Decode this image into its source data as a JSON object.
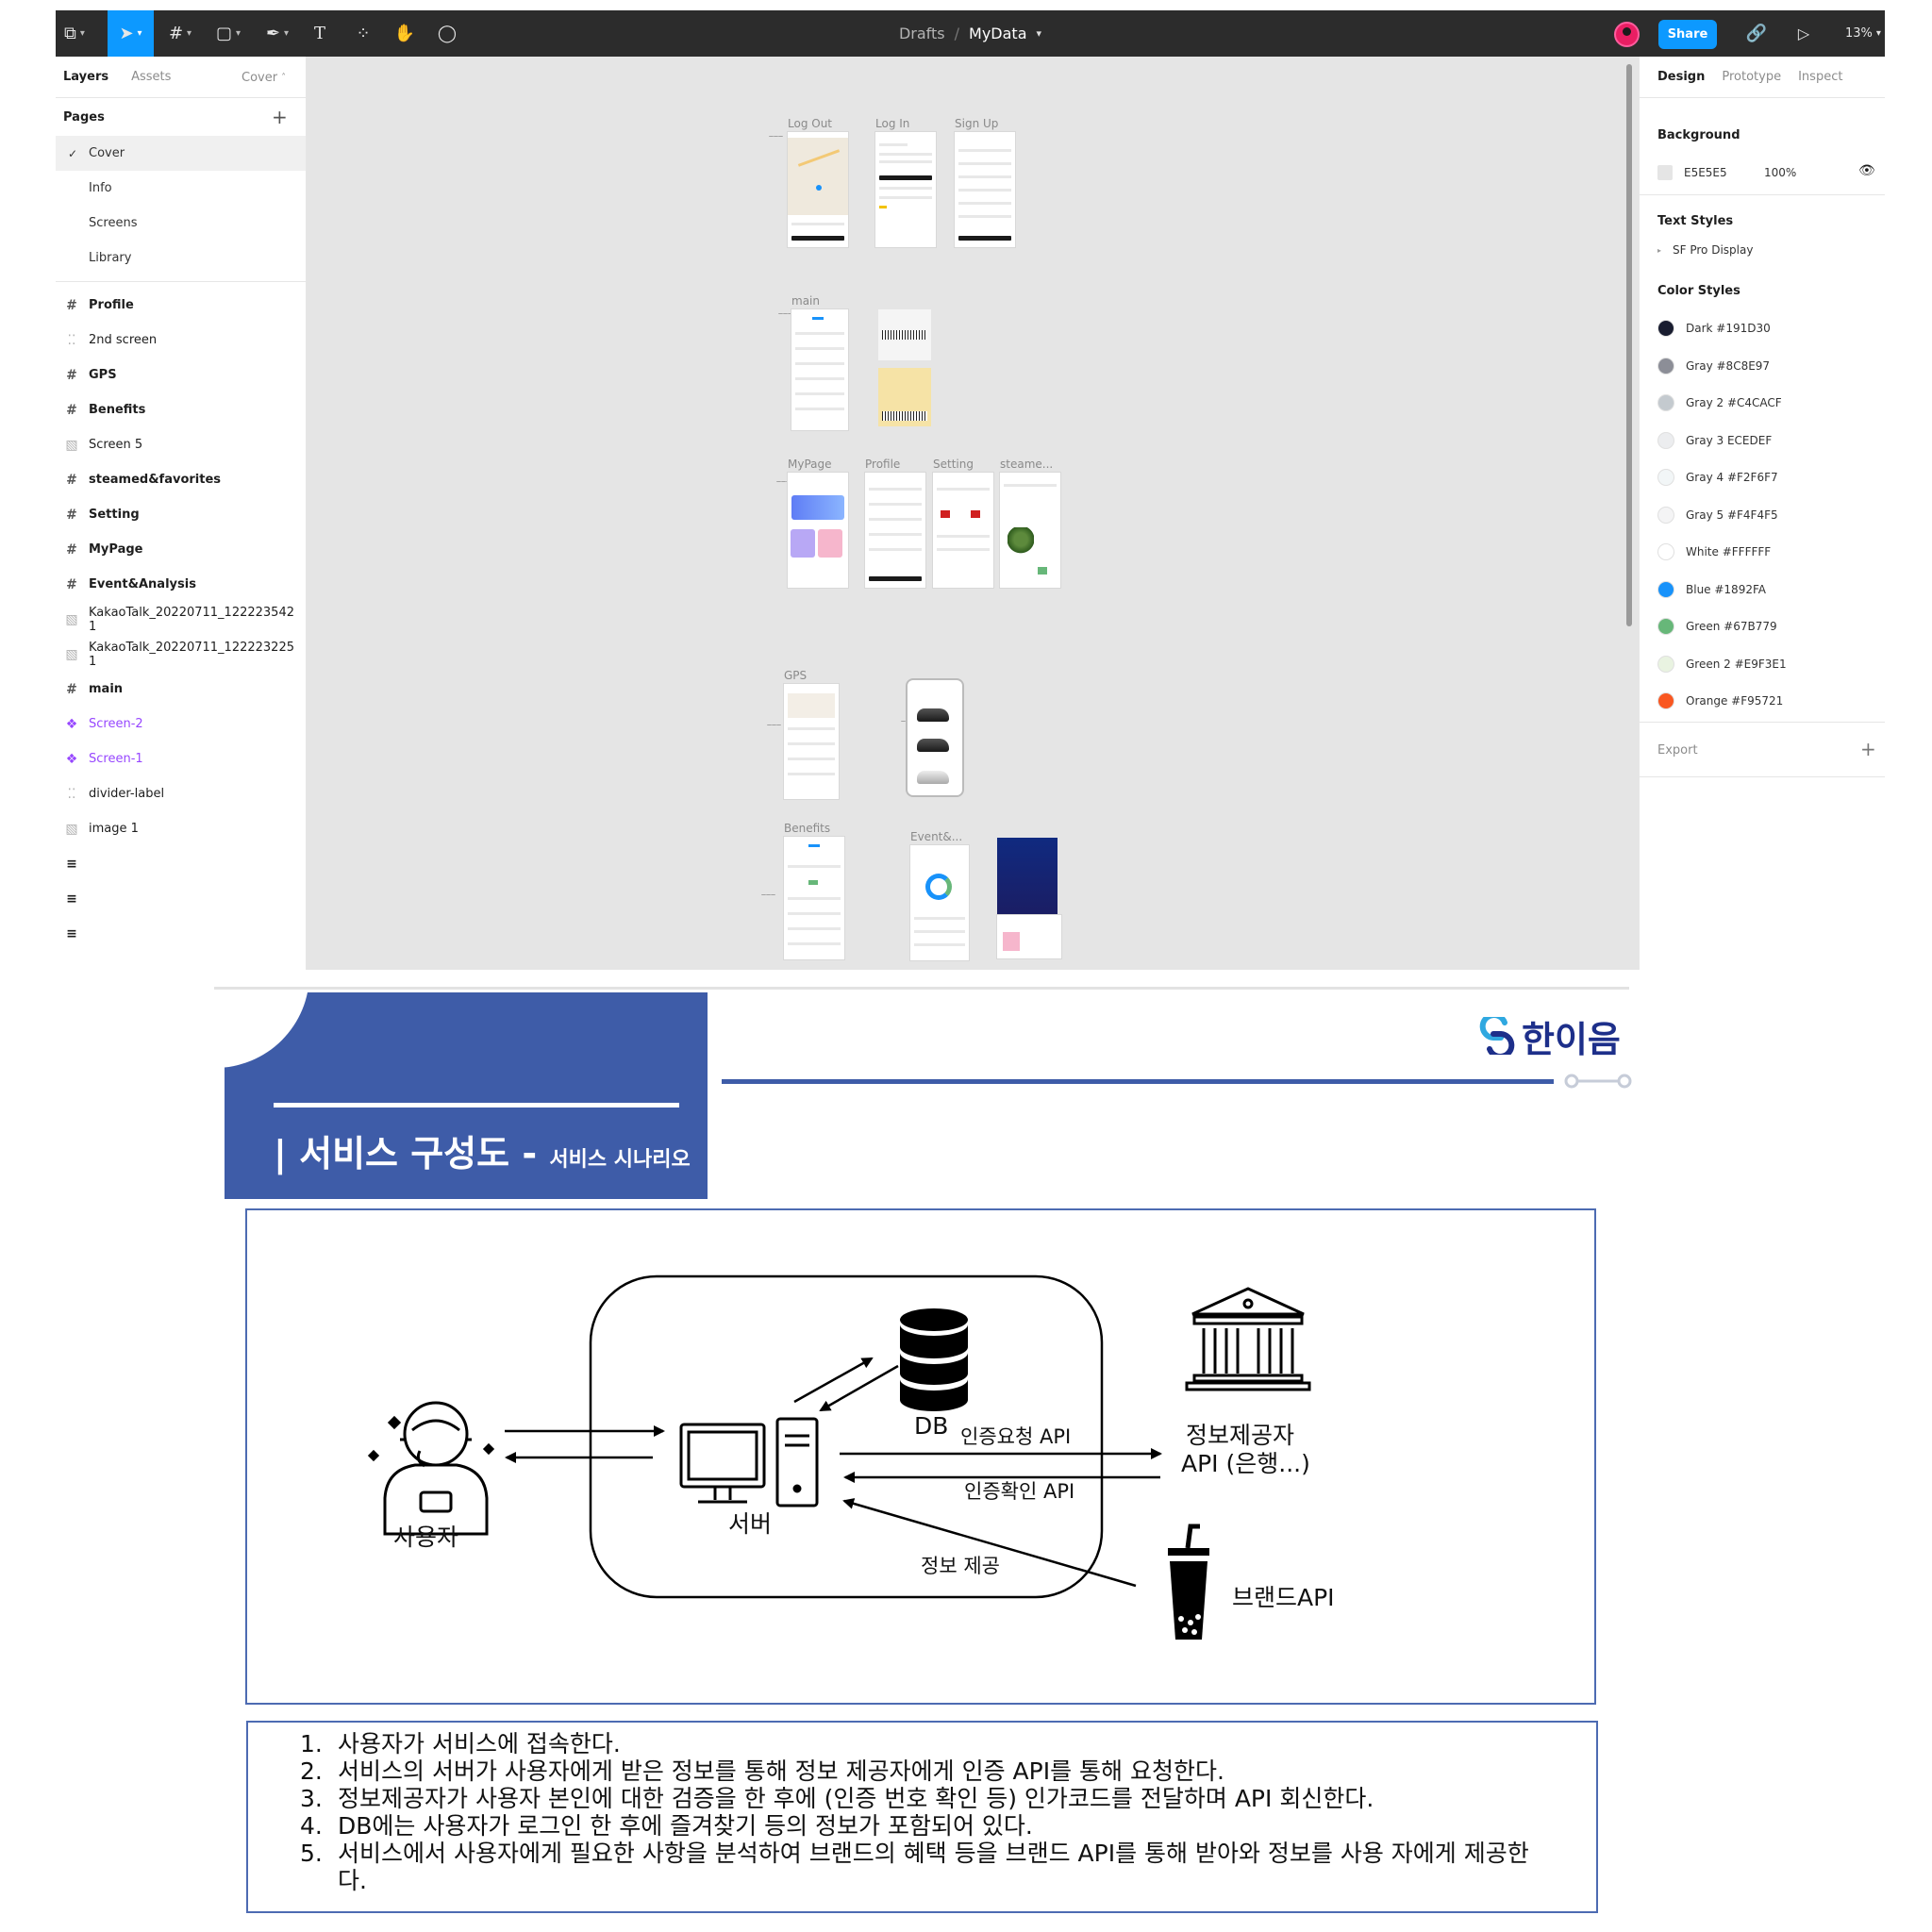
{
  "figma": {
    "toolbar": {
      "breadcrumb_folder": "Drafts",
      "breadcrumb_separator": "/",
      "file_name": "MyData",
      "share_label": "Share",
      "zoom": "13%"
    },
    "left_panel": {
      "tabs": [
        "Layers",
        "Assets"
      ],
      "current_page_selector": "Cover",
      "pages_header": "Pages",
      "pages": [
        "Cover",
        "Info",
        "Screens",
        "Library"
      ],
      "layers": [
        {
          "name": "Profile",
          "kind": "frame"
        },
        {
          "name": "2nd screen",
          "kind": "section"
        },
        {
          "name": "GPS",
          "kind": "frame"
        },
        {
          "name": "Benefits",
          "kind": "frame"
        },
        {
          "name": "Screen 5",
          "kind": "image"
        },
        {
          "name": "steamed&favorites",
          "kind": "frame"
        },
        {
          "name": "Setting",
          "kind": "frame"
        },
        {
          "name": "MyPage",
          "kind": "frame"
        },
        {
          "name": "Event&Analysis",
          "kind": "frame"
        },
        {
          "name": "KakaoTalk_20220711_122223542 1",
          "kind": "image"
        },
        {
          "name": "KakaoTalk_20220711_122223225 1",
          "kind": "image"
        },
        {
          "name": "main",
          "kind": "frame"
        },
        {
          "name": "Screen-2",
          "kind": "component"
        },
        {
          "name": "Screen-1",
          "kind": "component"
        },
        {
          "name": "divider-label",
          "kind": "section"
        },
        {
          "name": "image 1",
          "kind": "image"
        },
        {
          "name": "",
          "kind": "text"
        },
        {
          "name": "",
          "kind": "text"
        },
        {
          "name": "",
          "kind": "text"
        }
      ]
    },
    "canvas": {
      "frame_labels": {
        "log_out": "Log Out",
        "log_in": "Log In",
        "sign_up": "Sign Up",
        "main": "main",
        "mypage": "MyPage",
        "profile": "Profile",
        "setting": "Setting",
        "steamed": "steame...",
        "gps": "GPS",
        "benefits": "Benefits",
        "event": "Event&..."
      }
    },
    "right_panel": {
      "tabs": [
        "Design",
        "Prototype",
        "Inspect"
      ],
      "background_header": "Background",
      "background_hex": "E5E5E5",
      "background_opacity": "100%",
      "text_styles_header": "Text Styles",
      "text_style": "SF Pro Display",
      "color_styles_header": "Color Styles",
      "color_styles": [
        {
          "label": "Dark #191D30",
          "color": "#191D30"
        },
        {
          "label": "Gray #8C8E97",
          "color": "#8C8E97"
        },
        {
          "label": "Gray 2 #C4CACF",
          "color": "#C4CACF"
        },
        {
          "label": "Gray 3 ECEDEF",
          "color": "#ECEDEF"
        },
        {
          "label": "Gray 4 #F2F6F7",
          "color": "#F2F6F7"
        },
        {
          "label": "Gray 5 #F4F4F5",
          "color": "#F4F4F5"
        },
        {
          "label": "White #FFFFFF",
          "color": "#FFFFFF"
        },
        {
          "label": "Blue #1892FA",
          "color": "#1892FA"
        },
        {
          "label": "Green #67B779",
          "color": "#67B779"
        },
        {
          "label": "Green 2 #E9F3E1",
          "color": "#E9F3E1"
        },
        {
          "label": "Orange #F95721",
          "color": "#F95721"
        }
      ],
      "export_header": "Export"
    }
  },
  "slide": {
    "title": "| 서비스 구성도",
    "title_dash": " - ",
    "subtitle": "서비스 시나리오",
    "logo_text": "한이음",
    "diagram": {
      "user_label": "사용자",
      "server_label": "서버",
      "db_label": "DB",
      "provider_label_line1": "정보제공자",
      "provider_label_line2": "API (은행...)",
      "brand_label": "브랜드API",
      "auth_request": "인증요청 API",
      "auth_confirm": "인증확인 API",
      "info_provide": "정보 제공"
    },
    "steps": [
      {
        "num": "1.",
        "text": "사용자가 서비스에 접속한다."
      },
      {
        "num": "2.",
        "text": "서비스의 서버가 사용자에게 받은 정보를 통해 정보 제공자에게 인증 API를 통해 요청한다."
      },
      {
        "num": "3.",
        "text": "정보제공자가 사용자 본인에 대한 검증을 한 후에 (인증 번호 확인 등) 인가코드를 전달하며 API 회신한다."
      },
      {
        "num": "4.",
        "text": "DB에는 사용자가 로그인 한 후에 즐겨찾기 등의 정보가 포함되어 있다."
      },
      {
        "num": "5.",
        "text": "서비스에서 사용자에게 필요한 사항을 분석하여 브랜드의 혜택 등을 브랜드 API를 통해 받아와 정보를 사용 자에게 제공한다."
      }
    ]
  }
}
